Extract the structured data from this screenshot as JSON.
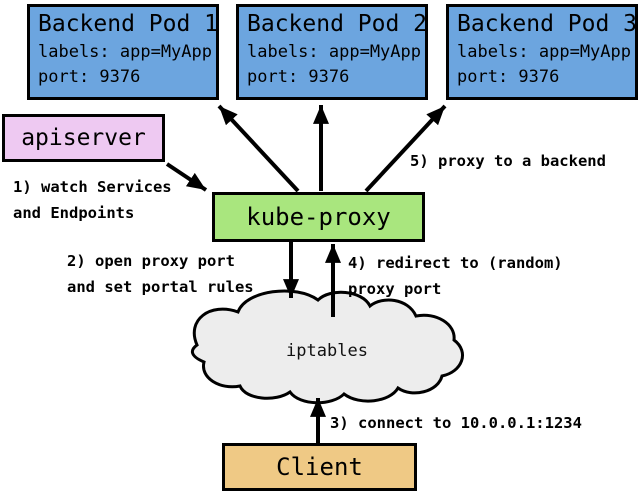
{
  "pods": [
    {
      "title": "Backend Pod 1",
      "labels": "labels: app=MyApp",
      "port": "port: 9376"
    },
    {
      "title": "Backend Pod 2",
      "labels": "labels: app=MyApp",
      "port": "port: 9376"
    },
    {
      "title": "Backend Pod 3",
      "labels": "labels: app=MyApp",
      "port": "port: 9376"
    }
  ],
  "nodes": {
    "apiserver": "apiserver",
    "kube_proxy": "kube-proxy",
    "iptables": "iptables",
    "client": "Client"
  },
  "annotations": {
    "step1_line1": "1) watch Services",
    "step1_line2": "and Endpoints",
    "step2_line1": "2) open proxy port",
    "step2_line2": "and set portal rules",
    "step3": "3) connect to 10.0.0.1:1234",
    "step4_line1": "4) redirect to (random)",
    "step4_line2": "proxy port",
    "step5": "5) proxy to a backend"
  },
  "colors": {
    "pod_fill": "#6CA5DF",
    "apiserver_fill": "#EEC9F2",
    "kube_proxy_fill": "#A9E67E",
    "client_fill": "#EFC985",
    "cloud_fill": "#EDEDED",
    "stroke": "#000000",
    "background": "#FFFFFF"
  }
}
